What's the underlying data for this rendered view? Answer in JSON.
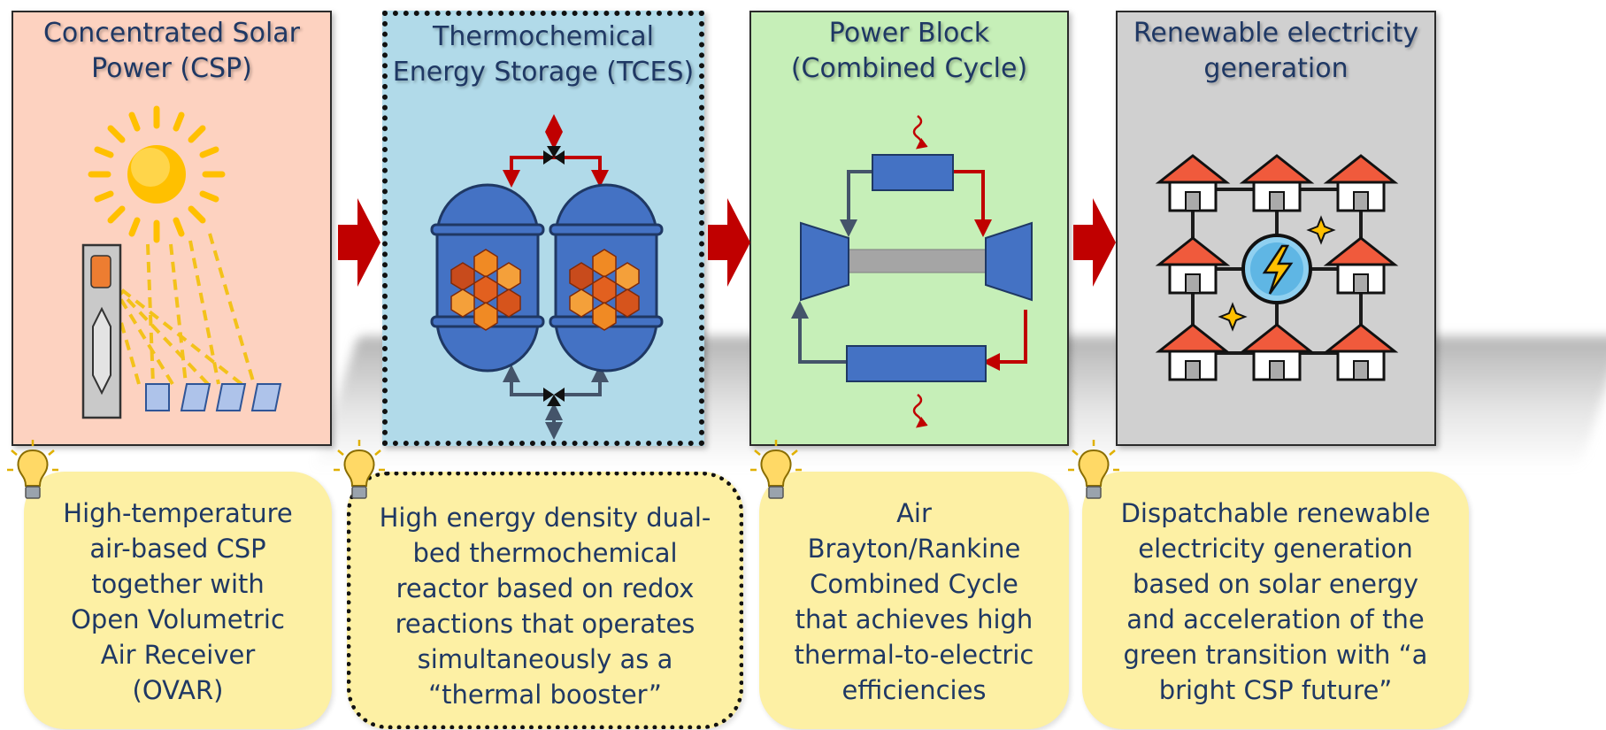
{
  "panels": [
    {
      "title": "Concentrated Solar\nPower (CSP)",
      "color": "#fdd2c0"
    },
    {
      "title": "Thermochemical\nEnergy Storage (TCES)",
      "color": "#b1dae9"
    },
    {
      "title": "Power Block\n(Combined Cycle)",
      "color": "#c6efb8"
    },
    {
      "title": "Renewable electricity\ngeneration",
      "color": "#d0d0d0"
    }
  ],
  "notes": [
    {
      "text": "High-temperature\nair-based CSP\ntogether with\nOpen Volumetric\nAir Receiver\n(OVAR)"
    },
    {
      "text": "High energy density dual-\nbed thermochemical\nreactor based on redox\nreactions that operates\nsimultaneously as a\n“thermal booster”"
    },
    {
      "text": "Air\nBrayton/Rankine\nCombined Cycle\nthat achieves high\nthermal-to-electric\nefficiencies"
    },
    {
      "text": "Dispatchable renewable\nelectricity generation\nbased on solar energy\nand acceleration of the\ngreen transition with “a\nbright CSP future”"
    }
  ],
  "colors": {
    "arrow": "#c00000",
    "title": "#1f3864",
    "note_bg": "#fdf0a4",
    "component_blue": "#4472c4",
    "hot_line": "#c00000",
    "cold_line": "#44546a",
    "sun": "#ffc000"
  },
  "icons": [
    "sun-icon",
    "solar-receiver-tower-icon",
    "heliostat-icon",
    "reactor-vessel-icon",
    "three-way-valve-icon",
    "compressor-icon",
    "turbine-icon",
    "heat-exchanger-icon",
    "heat-wave-icon",
    "house-icon",
    "lightning-bolt-icon",
    "sparkle-icon",
    "lightbulb-icon",
    "process-arrow-icon"
  ]
}
